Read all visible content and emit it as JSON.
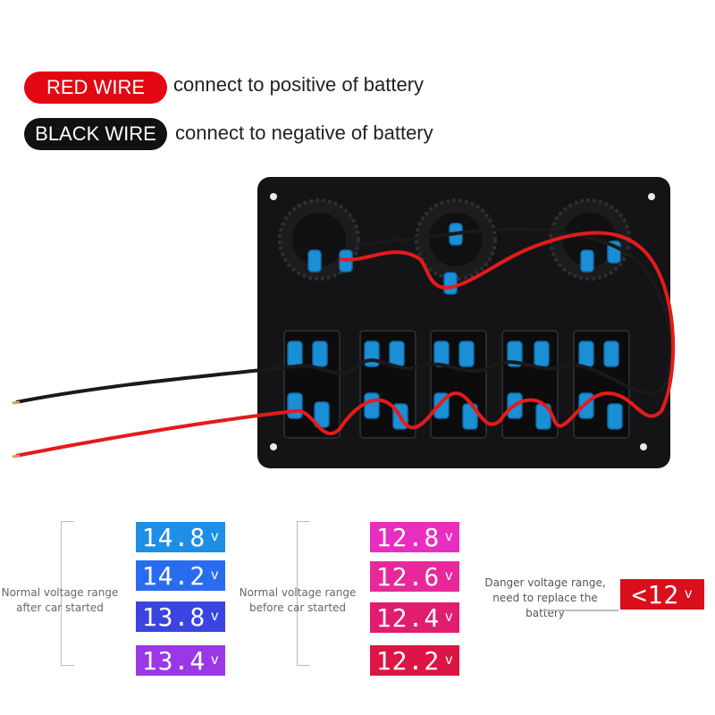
{
  "legend": {
    "red": {
      "pill": "RED WIRE",
      "text": "connect to positive of battery",
      "color": "#e30613"
    },
    "black": {
      "pill": "BLACK WIRE",
      "text": "connect to negative of battery",
      "color": "#111111"
    }
  },
  "ranges": {
    "after": {
      "caption": [
        "Normal voltage range",
        "after car started"
      ],
      "readings": [
        {
          "value": "14.8",
          "unit": "v",
          "color": "#1e8fe6"
        },
        {
          "value": "14.2",
          "unit": "v",
          "color": "#2a6cf0"
        },
        {
          "value": "13.8",
          "unit": "v",
          "color": "#3a44e0"
        },
        {
          "value": "13.4",
          "unit": "v",
          "color": "#9a38e6"
        }
      ]
    },
    "before": {
      "caption": [
        "Normal voltage range",
        "before car started"
      ],
      "readings": [
        {
          "value": "12.8",
          "unit": "v",
          "color": "#e82ec0"
        },
        {
          "value": "12.6",
          "unit": "v",
          "color": "#e8289a"
        },
        {
          "value": "12.4",
          "unit": "v",
          "color": "#e01d6e"
        },
        {
          "value": "12.2",
          "unit": "v",
          "color": "#dc1545"
        }
      ]
    },
    "danger": {
      "caption": [
        "Danger voltage range,",
        "need to replace the battery"
      ],
      "reading": {
        "value": "<12",
        "unit": "v",
        "color": "#d9101c"
      }
    }
  }
}
